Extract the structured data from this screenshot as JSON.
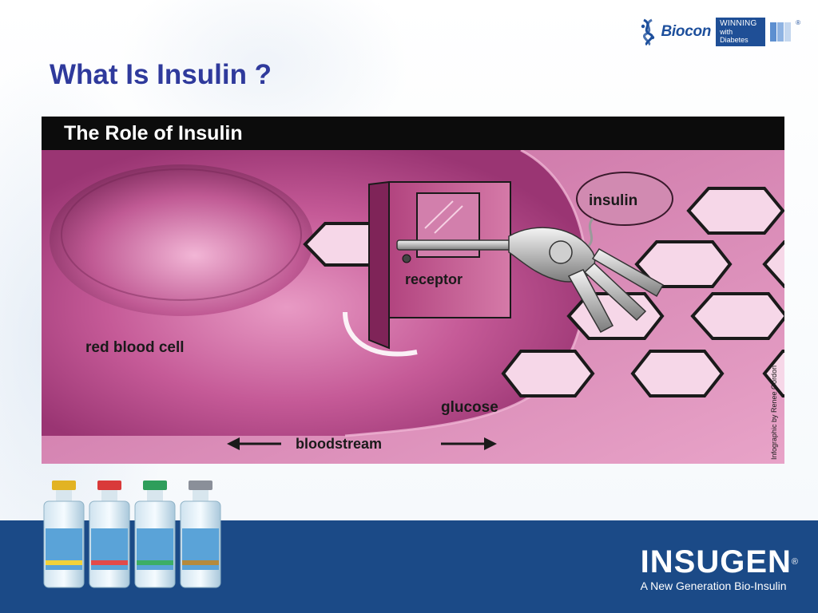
{
  "slide": {
    "title": "What Is Insulin ?"
  },
  "brand": {
    "logo_text": "Biocon",
    "badge_line1": "WINNING",
    "badge_line2": "with Diabetes",
    "reg_mark": "®"
  },
  "figure": {
    "heading": "The Role of Insulin",
    "labels": {
      "red_blood_cell": "red blood cell",
      "receptor": "receptor",
      "insulin": "insulin",
      "glucose": "glucose",
      "bloodstream": "bloodstream",
      "credit": "Infographic by Renee Gordon"
    }
  },
  "footer": {
    "product_name": "INSUGEN",
    "reg_mark": "®",
    "tagline": "A New Generation Bio-Insulin"
  },
  "colors": {
    "title": "#2f3a9c",
    "figure_bg": "#b34d89",
    "footer_band": "#1b4a87",
    "brand_blue": "#1d4f9c"
  },
  "icons": [
    "biocon-logo-icon",
    "key-icon",
    "door-icon",
    "vial-icon"
  ]
}
